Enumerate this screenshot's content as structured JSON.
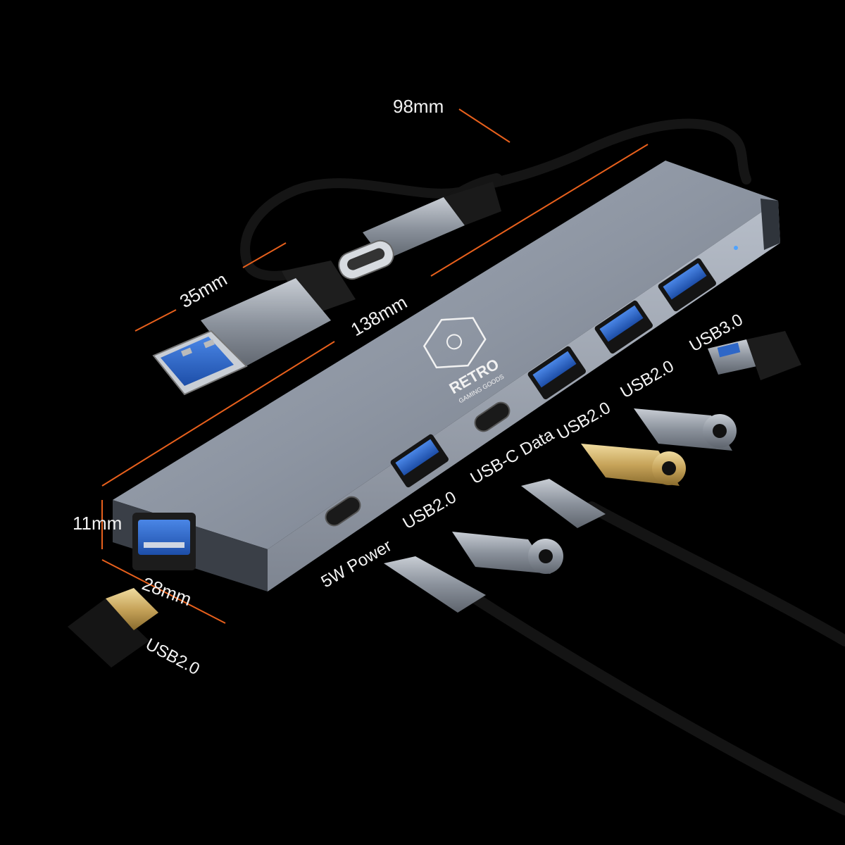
{
  "dimensions": {
    "cable_length": "98mm",
    "plug_length": "35mm",
    "hub_length": "138mm",
    "hub_height": "11mm",
    "hub_width": "28mm"
  },
  "port_labels": {
    "front_usb": "USB2.0",
    "usbc_power": "5W Power",
    "usb_1": "USB2.0",
    "usbc_data": "USB-C Data",
    "usb_2": "USB2.0",
    "usb_3": "USB2.0",
    "usb_4": "USB3.0"
  },
  "logo": {
    "brand": "RETRO",
    "tagline": "GAMING GOODS"
  },
  "colors": {
    "background": "#000000",
    "hub_body": "#8e96a3",
    "dimension_line": "#e8601c",
    "usb_port_blue": "#2e67c7"
  }
}
